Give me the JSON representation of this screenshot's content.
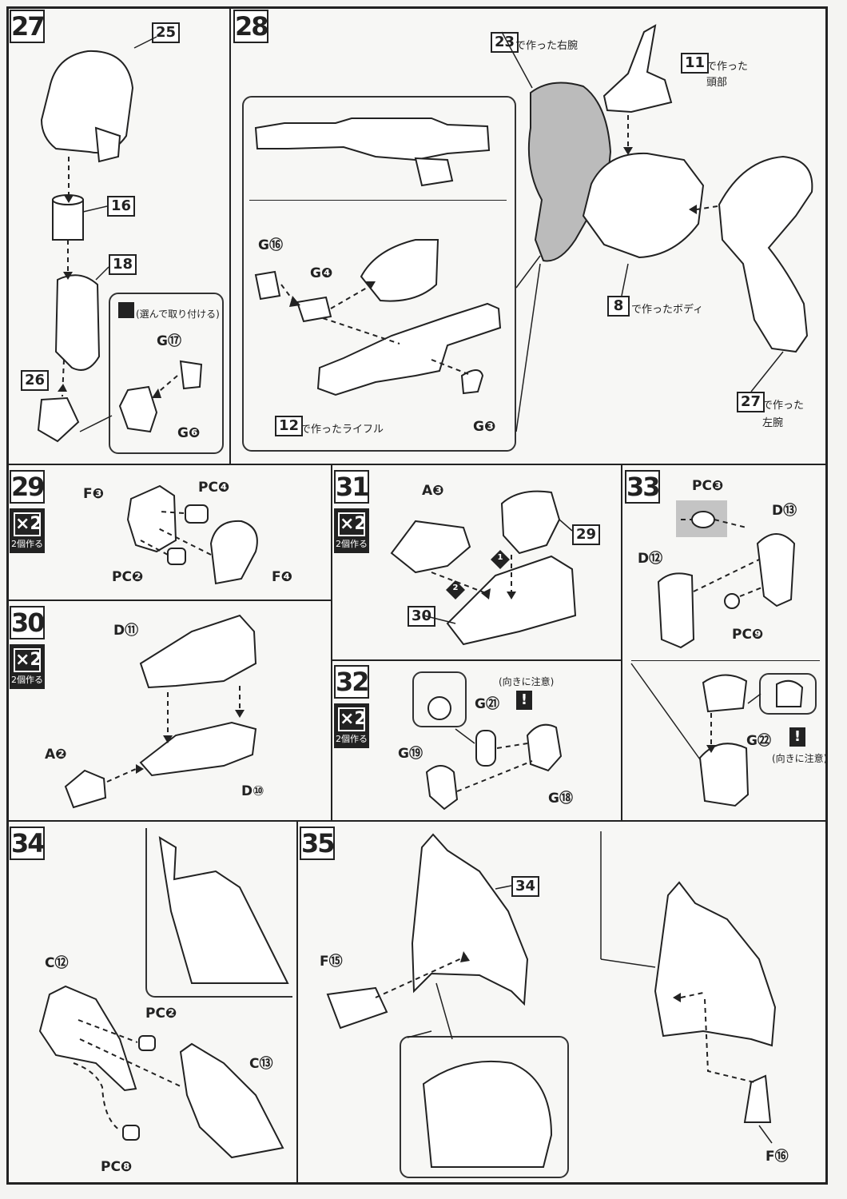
{
  "steps": {
    "s27": {
      "num": "27"
    },
    "s28": {
      "num": "28"
    },
    "s29": {
      "num": "29"
    },
    "s30": {
      "num": "30"
    },
    "s31": {
      "num": "31"
    },
    "s32": {
      "num": "32"
    },
    "s33": {
      "num": "33"
    },
    "s34": {
      "num": "34"
    },
    "s35": {
      "num": "35"
    }
  },
  "multiplier": {
    "times": "×2",
    "make_two": "2個作る"
  },
  "step27": {
    "ref_top": "25",
    "ref_16": "16",
    "ref_18": "18",
    "ref_26": "26",
    "choose_note": "(選んで取り付ける)",
    "part_g17": "G⑰",
    "part_g6": "G❻"
  },
  "step28": {
    "ref_23": "23",
    "ref_23_text": "で作った右腕",
    "ref_11": "11",
    "ref_11_text_a": "で作った",
    "ref_11_text_b": "頭部",
    "ref_8": "8",
    "ref_8_text": "で作ったボディ",
    "ref_27": "27",
    "ref_27_text_a": "で作った",
    "ref_27_text_b": "左腕",
    "ref_12": "12",
    "ref_12_text": "で作ったライフル",
    "part_g16": "G⑯",
    "part_g4": "G❹",
    "part_g3": "G❸"
  },
  "step29": {
    "f3": "F❸",
    "pc4": "PC❹",
    "pc2": "PC❷",
    "f4": "F❹"
  },
  "step30": {
    "d11": "D⑪",
    "a2": "A❷",
    "d10": "D⑩"
  },
  "step31": {
    "a3": "A❸",
    "ref_29": "29",
    "ref_30": "30",
    "order1": "1",
    "order2": "2"
  },
  "step32": {
    "g21": "G㉑",
    "caution": "(向きに注意)",
    "g19": "G⑲",
    "g18": "G⑱"
  },
  "step33": {
    "pc3": "PC❸",
    "d13": "D⑬",
    "d12": "D⑫",
    "pc9": "PC❾",
    "g22": "G㉒",
    "caution": "(向きに注意)"
  },
  "step34": {
    "c12": "C⑫",
    "pc2": "PC❷",
    "c13": "C⑬",
    "pc8": "PC❽"
  },
  "step35": {
    "ref_34": "34",
    "f15": "F⑮",
    "f16": "F⑯"
  },
  "colors": {
    "line": "#222222",
    "paper": "#f7f7f5",
    "shade": "#b8b8b8"
  }
}
